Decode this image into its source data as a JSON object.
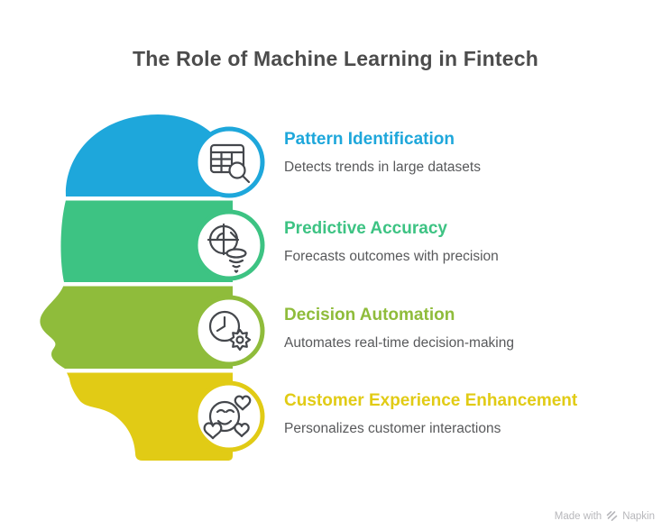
{
  "page": {
    "title": "The Role of Machine Learning in Fintech"
  },
  "items": [
    {
      "title": "Pattern Identification",
      "description": "Detects trends in large datasets",
      "color": "#1EA7DB",
      "icon": "table-search-icon"
    },
    {
      "title": "Predictive Accuracy",
      "description": "Forecasts outcomes with precision",
      "color": "#3DC383",
      "icon": "pie-funnel-icon"
    },
    {
      "title": "Decision Automation",
      "description": "Automates real-time decision-making",
      "color": "#8FBC3B",
      "icon": "clock-gear-icon"
    },
    {
      "title": "Customer Experience Enhancement",
      "description": "Personalizes customer interactions",
      "color": "#E1CB15",
      "icon": "smiley-hearts-icon"
    }
  ],
  "footer": {
    "made_with": "Made with",
    "brand": "Napkin"
  },
  "colors": {
    "heading": "#4C4C4C",
    "description": "#58595B",
    "icon_stroke": "#44474C",
    "footer": "#B7B7BB",
    "background": "#FFFFFF"
  }
}
